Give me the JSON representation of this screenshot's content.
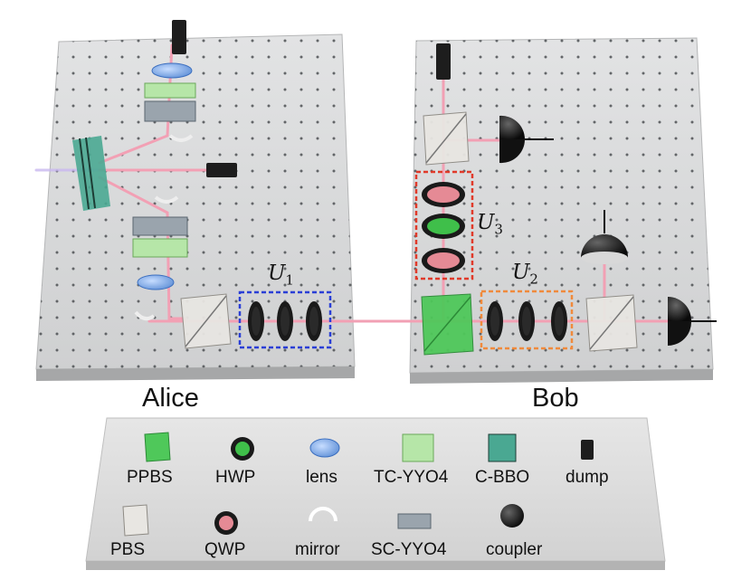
{
  "parties": {
    "alice": "Alice",
    "bob": "Bob"
  },
  "unitaries": {
    "u1": {
      "symbol": "U",
      "sub": "1"
    },
    "u2": {
      "symbol": "U",
      "sub": "2"
    },
    "u3": {
      "symbol": "U",
      "sub": "3"
    }
  },
  "legend": {
    "ppbs": "PPBS",
    "hwp": "HWP",
    "lens": "lens",
    "tc_yyo4": "TC-YYO4",
    "c_bbo": "C-BBO",
    "dump": "dump",
    "pbs": "PBS",
    "qwp": "QWP",
    "mirror": "mirror",
    "sc_yyo4": "SC-YYO4",
    "coupler": "coupler"
  },
  "colors": {
    "beam": "#f2a0b4",
    "pump": "#c9b8f0",
    "u1_box": "#2a3fd6",
    "u2_box": "#f08a3c",
    "u3_box": "#e03a2a",
    "hwp_green": "#3fbf4a",
    "qwp_pink": "#e58a95",
    "ppbs_green": "#4fc85a",
    "table": "#d9dadb"
  }
}
